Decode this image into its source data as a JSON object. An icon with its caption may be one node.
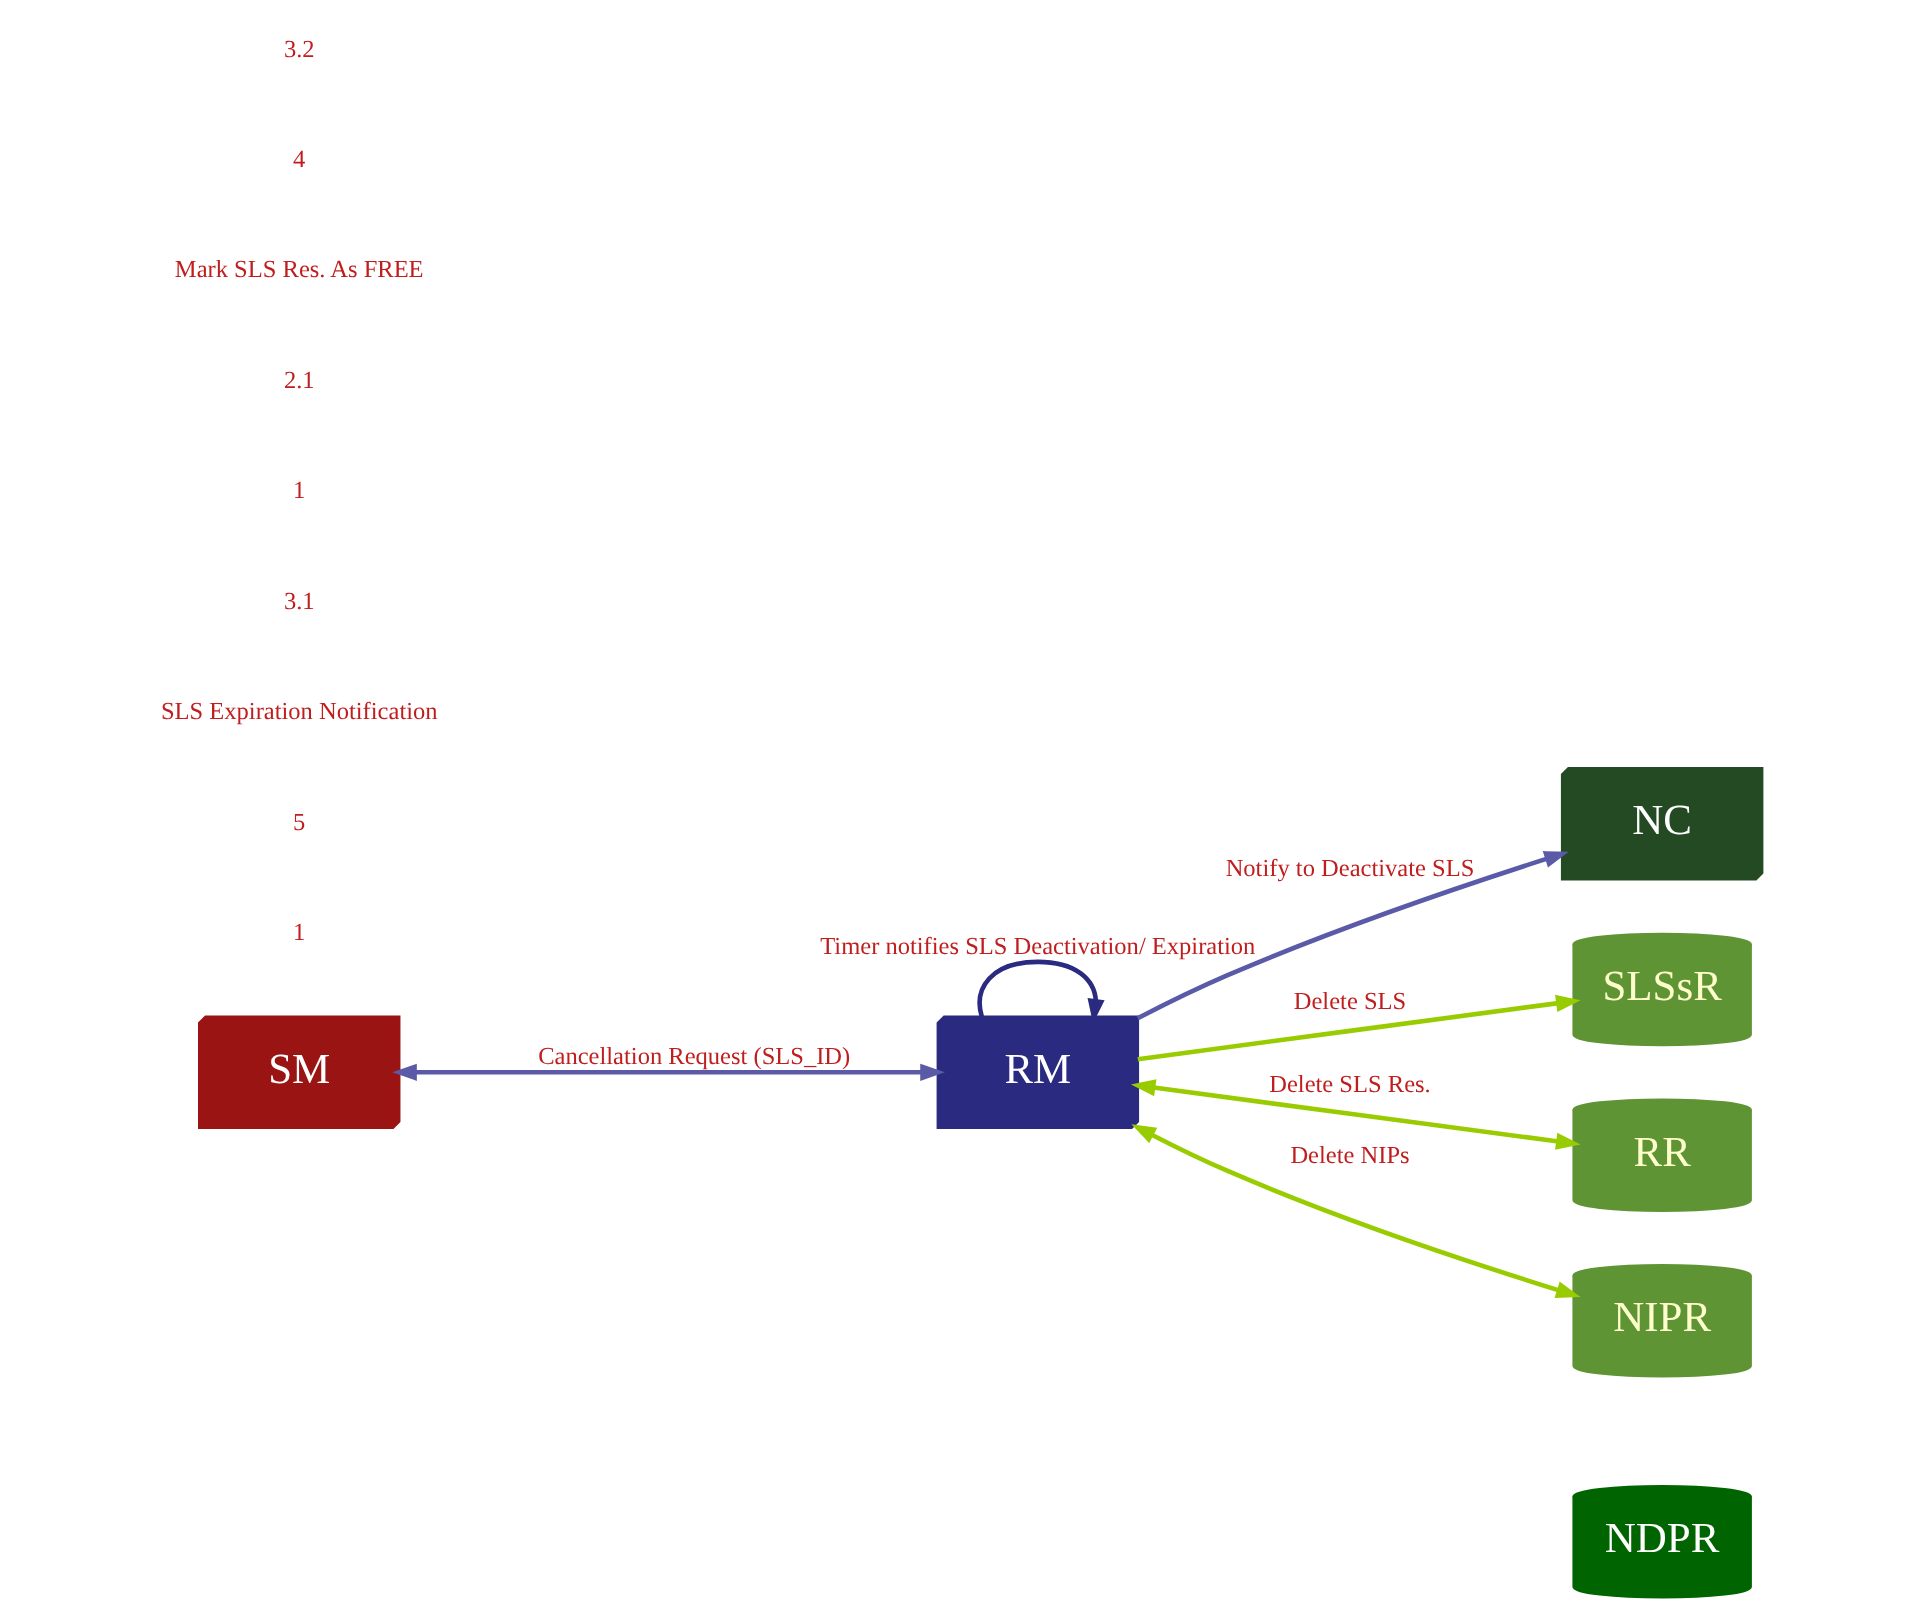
{
  "diagram": {
    "nodes": [
      {
        "text": [
          "SM"
        ]
      },
      {
        "text": [
          "RM"
        ]
      },
      {
        "text": [
          "NC"
        ]
      },
      {
        "text": [
          "SLSsR"
        ]
      },
      {
        "text": [
          "RR"
        ]
      },
      {
        "text": [
          "NIPR"
        ]
      },
      {
        "text": [
          "NDPR"
        ]
      }
    ],
    "edges": [
      {
        "from": 0,
        "to": 1,
        "arrow": "both",
        "label": "Cancellation Request (SLS_ID)",
        "color": "#5a5aa8"
      },
      {
        "from": 1,
        "to": 1,
        "arrow": "to",
        "label": "Timer notifies SLS Deactivation/ Expiration",
        "color": "#2a2a80"
      },
      {
        "from": 1,
        "to": 3,
        "arrow": "to",
        "label": "Delete SLS"
      },
      {
        "from": 1,
        "to": 4,
        "arrow": "both",
        "label": "Delete SLS Res."
      },
      {
        "from": 1,
        "to": 5,
        "arrow": "both",
        "label": "Delete NIPs"
      },
      {
        "from": 1,
        "to": 2,
        "arrow": "to",
        "label": "Notify to Deactivate SLS",
        "color": "#5a5aa8"
      }
    ],
    "labels": [
      "1",
      "5",
      "SLS Expiration Notification",
      "3.1",
      "1",
      "2.1",
      "Mark SLS Res. As FREE",
      "4",
      "3.2"
    ]
  }
}
